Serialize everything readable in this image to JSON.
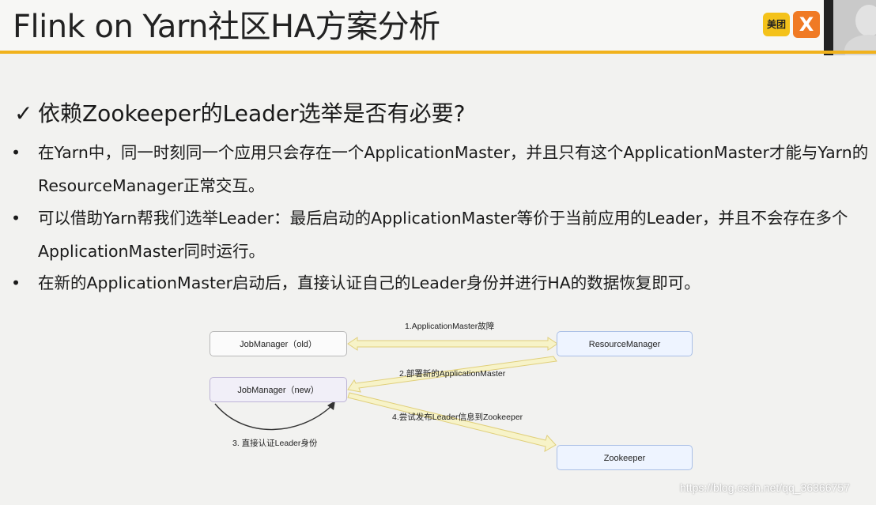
{
  "slide": {
    "title": "Flink on Yarn社区HA方案分析",
    "logo_text": "美团",
    "logo_glyph": "X",
    "subtitle_check": "✓",
    "subtitle": "依赖Zookeeper的Leader选举是否有必要?",
    "bullets": [
      {
        "marker": "•",
        "text": "在Yarn中，同一时刻同一个应用只会存在一个ApplicationMaster，并且只有这个ApplicationMaster才能与Yarn的ResourceManager正常交互。"
      },
      {
        "marker": "•",
        "text": "可以借助Yarn帮我们选举Leader：最后启动的ApplicationMaster等价于当前应用的Leader，并且不会存在多个ApplicationMaster同时运行。"
      },
      {
        "marker": "•",
        "text": "在新的ApplicationMaster启动后，直接认证自己的Leader身份并进行HA的数据恢复即可。"
      }
    ]
  },
  "diagram": {
    "boxes": {
      "jm_old": "JobManager（old）",
      "jm_new": "JobManager（new）",
      "rm": "ResourceManager",
      "zk": "Zookeeper"
    },
    "arrows": {
      "a1": "1.ApplicationMaster故障",
      "a2": "2.部署新的ApplicationMaster",
      "a3": "3. 直接认证Leader身份",
      "a4": "4.尝试发布Leader信息到Zookeeper"
    }
  },
  "watermark": "https://blog.csdn.net/qq_36366757",
  "colors": {
    "header_bar": "#f1b21c",
    "arrow_fill": "#f7f3c8",
    "arrow_stroke": "#e0cf7a"
  }
}
